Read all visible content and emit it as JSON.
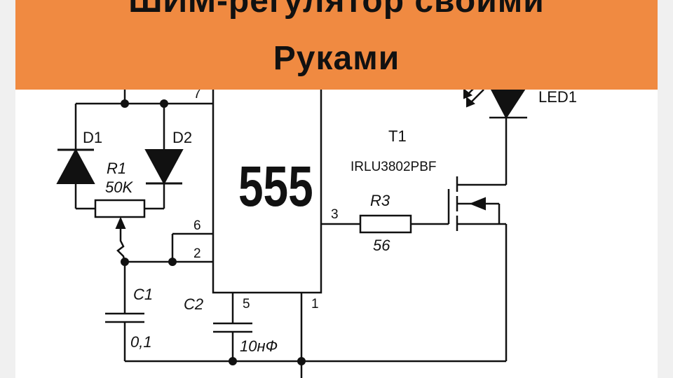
{
  "banner": {
    "line1": "ШИМ-регулятор своими",
    "line2": "Руками",
    "background_color": "#f08a41"
  },
  "chip": {
    "label": "555"
  },
  "pins": {
    "p7": "7",
    "p6": "6",
    "p2": "2",
    "p5": "5",
    "p1": "1",
    "p3": "3"
  },
  "components": {
    "d1": {
      "ref": "D1"
    },
    "d2": {
      "ref": "D2"
    },
    "r1": {
      "ref": "R1",
      "value": "50K"
    },
    "c1": {
      "ref": "C1",
      "value": "0,1"
    },
    "c2": {
      "ref": "C2",
      "value": "10нФ"
    },
    "r3": {
      "ref": "R3",
      "value": "56"
    },
    "t1": {
      "ref": "T1",
      "part": "IRLU3802PBF"
    },
    "led1": {
      "ref": "LED1"
    }
  }
}
